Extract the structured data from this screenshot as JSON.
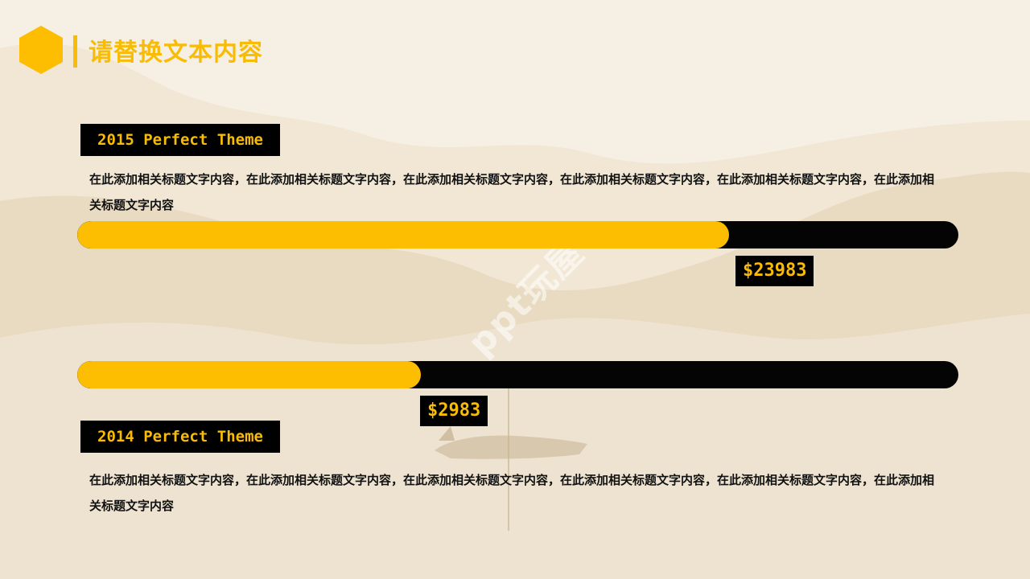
{
  "page": {
    "title": "请替换文本内容",
    "accent_color": "#f8bb06"
  },
  "sections": [
    {
      "label": "2015 Perfect Theme",
      "description": "在此添加相关标题文字内容，在此添加相关标题文字内容，在此添加相关标题文字内容，在此添加相关标题文字内容，在此添加相关标题文字内容，在此添加相关标题文字内容",
      "value": "$23983",
      "progress": 0.74
    },
    {
      "label": "2014 Perfect Theme",
      "description": "在此添加相关标题文字内容，在此添加相关标题文字内容，在此添加相关标题文字内容，在此添加相关标题文字内容，在此添加相关标题文字内容，在此添加相关标题文字内容",
      "value": "$2983",
      "progress": 0.39
    }
  ],
  "watermark": "ppt玩屋"
}
